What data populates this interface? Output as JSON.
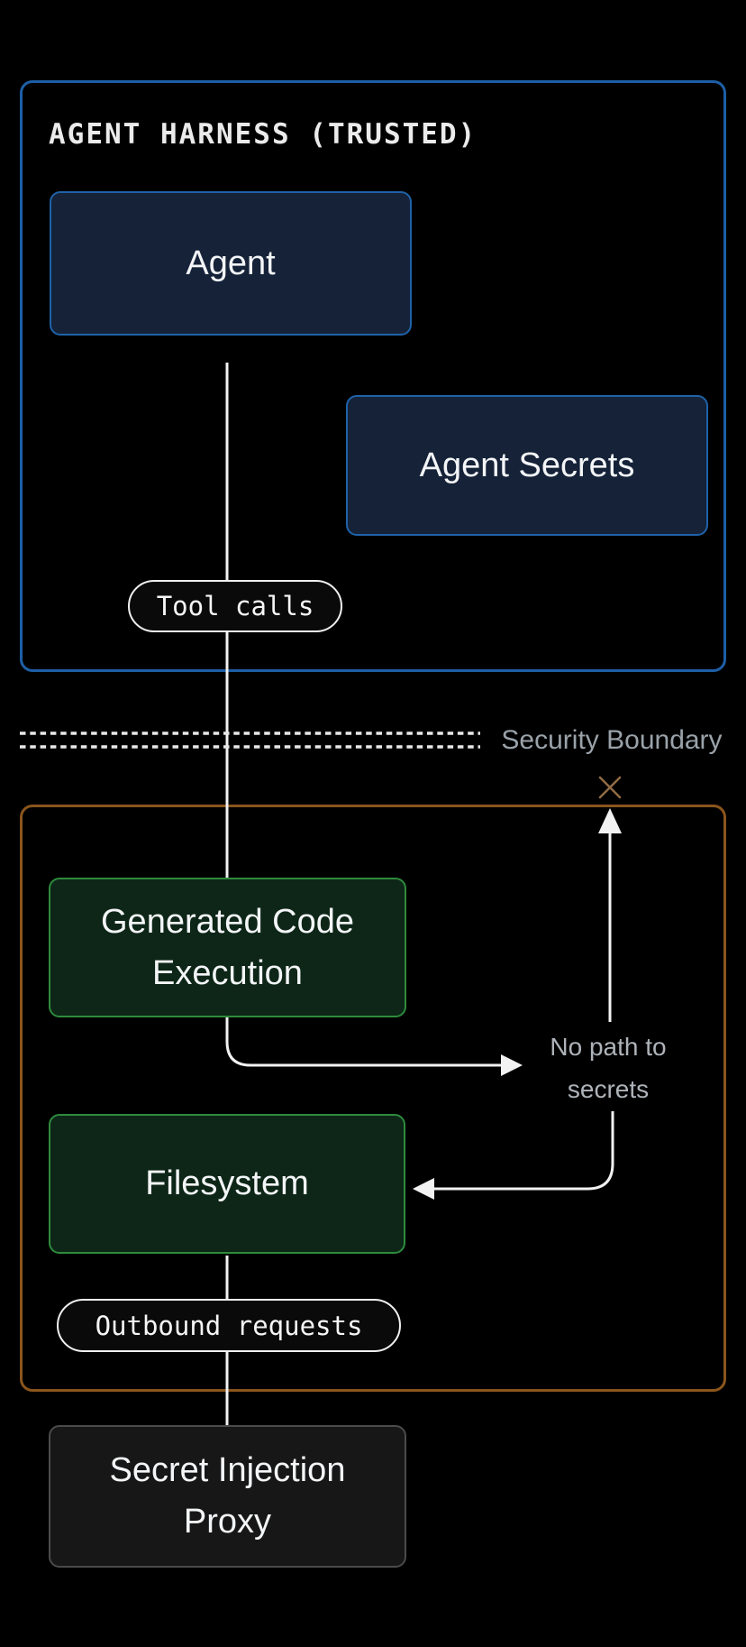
{
  "diagram": {
    "trusted_zone": {
      "title": "AGENT HARNESS (TRUSTED)",
      "nodes": {
        "agent": "Agent",
        "agent_secrets": "Agent Secrets"
      },
      "tool_calls_pill": "Tool calls"
    },
    "boundary": {
      "label": "Security Boundary"
    },
    "sandbox_zone": {
      "nodes": {
        "generated_code": "Generated Code Execution",
        "filesystem": "Filesystem"
      },
      "outbound_pill": "Outbound requests",
      "no_path_label": "No path to secrets"
    },
    "proxy_node": "Secret Injection Proxy"
  },
  "theme": {
    "canvas_bg": "#000000",
    "trusted_border": "#1d5fa6",
    "node_navy_bg": "#152238",
    "node_navy_border": "#1f62a8",
    "sandbox_border": "#8a551c",
    "node_green_bg": "#0d2617",
    "node_green_border": "#2e8b3d",
    "proxy_bg": "#171717",
    "proxy_border": "#4b4b4b",
    "pill_bg": "#0a0a0a",
    "pill_border": "#f0f0f0",
    "line_color": "#f2f2f2",
    "boundary_dash_color": "#e8e8e8",
    "boundary_label_color": "#9aa2a9",
    "no_path_color": "#aeb3b9",
    "x_mark_color": "#8f6b45"
  }
}
